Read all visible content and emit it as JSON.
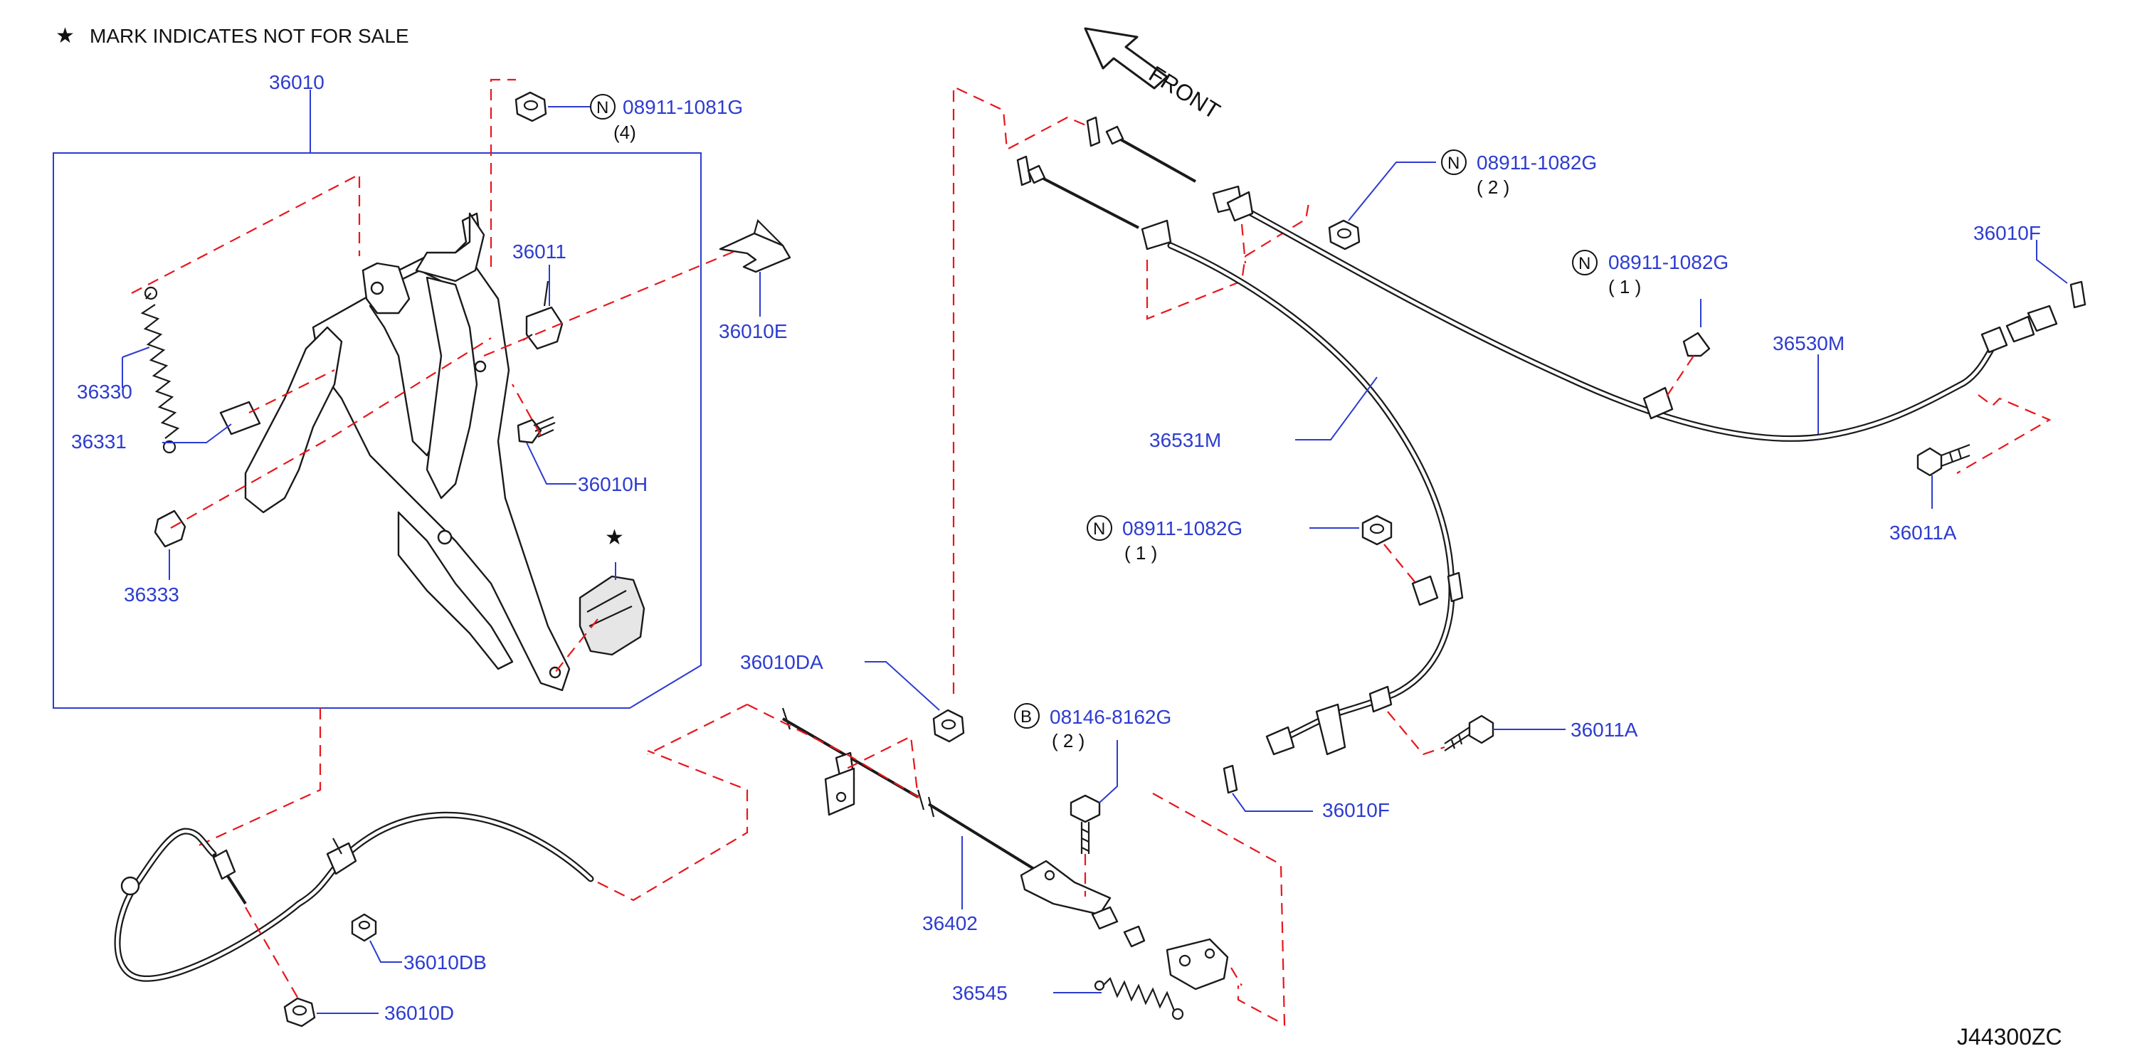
{
  "header": {
    "star_symbol": "★",
    "notice": "MARK   INDICATES   NOT   FOR   SALE"
  },
  "front_label": "FRONT",
  "diagram_code": "J44300ZC",
  "labels": {
    "p36010": "36010",
    "p36011": "36011",
    "p36010E": "36010E",
    "p36330": "36330",
    "p36331": "36331",
    "p36333": "36333",
    "p36010H": "36010H",
    "p36010DA": "36010DA",
    "p36402": "36402",
    "p36545": "36545",
    "p36010DB": "36010DB",
    "p36010D": "36010D",
    "p36531M": "36531M",
    "p36530M": "36530M",
    "p36010F_top": "36010F",
    "p36010F_bottom": "36010F",
    "p36011A_right": "36011A",
    "p36011A_mid": "36011A"
  },
  "fasteners": {
    "nut_a": {
      "prefix": "N",
      "number": "08911-1081G",
      "qty": "(4)"
    },
    "nut_b": {
      "prefix": "N",
      "number": "08911-1082G",
      "qty": "( 2 )"
    },
    "nut_c": {
      "prefix": "N",
      "number": "08911-1082G",
      "qty": "( 1 )"
    },
    "nut_d": {
      "prefix": "N",
      "number": "08911-1082G",
      "qty": "( 1 )"
    },
    "bolt_a": {
      "prefix": "B",
      "number": "08146-8162G",
      "qty": "( 2 )"
    }
  },
  "pedal_pad_star": "★"
}
